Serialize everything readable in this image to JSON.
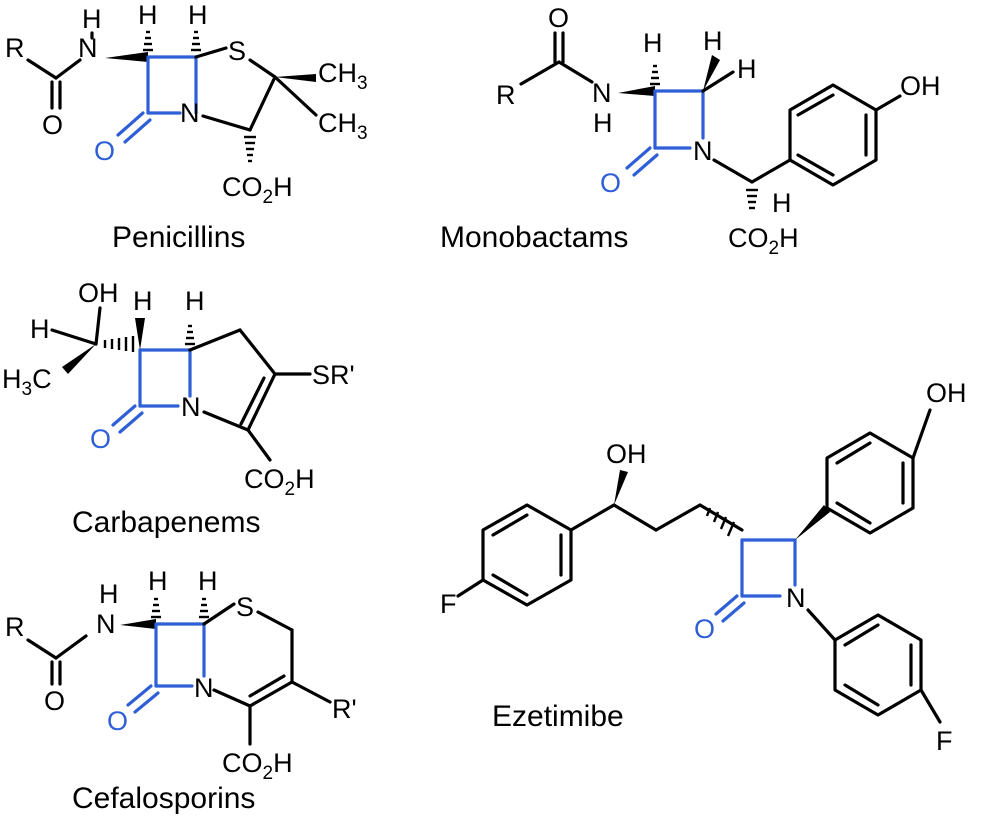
{
  "colors": {
    "core_ring": "#2f5fd6",
    "bonds": "#000000",
    "background": "#ffffff"
  },
  "structures": {
    "penicillins": {
      "caption": "Penicillins",
      "atoms": {
        "R": "R",
        "N": "N",
        "H1": "H",
        "H2": "H",
        "S": "S",
        "CH3a": "CH3",
        "CH3b": "CH3",
        "O1": "O",
        "O2": "O",
        "N_ring": "N",
        "CO2H": "CO2H"
      }
    },
    "monobactams": {
      "caption": "Monobactams",
      "atoms": {
        "O": "O",
        "R": "R",
        "N": "N",
        "H_amide": "H",
        "H1": "H",
        "H2": "H",
        "OH": "OH",
        "O_blue": "O",
        "N_ring": "N",
        "H3": "H",
        "CO2H": "CO2H"
      }
    },
    "carbapenems": {
      "caption": "Carbapenems",
      "atoms": {
        "OH": "OH",
        "H1": "H",
        "H2": "H",
        "H_left": "H",
        "H3C": "H3C",
        "SR": "SR'",
        "O_blue": "O",
        "N_ring": "N",
        "CO2H": "CO2H"
      }
    },
    "cefalosporins": {
      "caption": "Cefalosporins",
      "atoms": {
        "R": "R",
        "N": "N",
        "H_amide": "H",
        "H1": "H",
        "H2": "H",
        "S": "S",
        "O1": "O",
        "R2": "R'",
        "O_blue": "O",
        "N_ring": "N",
        "CO2H": "CO2H"
      }
    },
    "ezetimibe": {
      "caption": "Ezetimibe",
      "atoms": {
        "OH_top": "OH",
        "OH_side": "OH",
        "F1": "F",
        "F2": "F",
        "O_blue": "O",
        "N_ring": "N"
      }
    }
  }
}
